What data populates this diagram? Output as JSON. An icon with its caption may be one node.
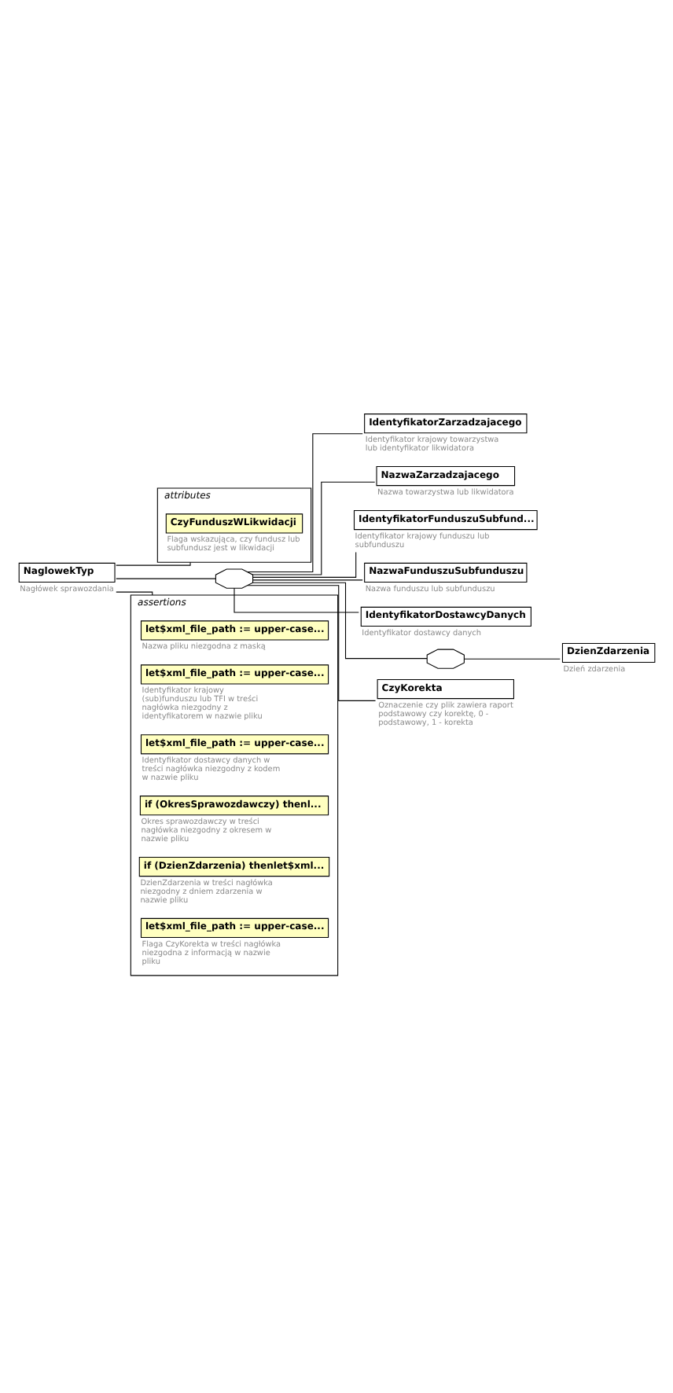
{
  "diagram": {
    "nodes": [
      {
        "text": [
          "NaglowekTyp"
        ],
        "beside": [
          "Nagłówek sprawozdania"
        ]
      },
      {
        "text": [
          "attributes"
        ]
      },
      {
        "text": [
          "CzyFunduszWLikwidacji"
        ],
        "in": 1,
        "beside": [
          "Flaga wskazująca, czy fundusz lub subfundusz jest w likwidacji"
        ]
      },
      {
        "text": [],
        "shape": "octagon"
      },
      {
        "text": [
          "IdentyfikatorZarzadzajacego"
        ],
        "beside": [
          "Identyfikator krajowy towarzystwa lub identyfikator likwidatora"
        ]
      },
      {
        "text": [
          "NazwaZarzadzajacego"
        ],
        "beside": [
          "Nazwa towarzystwa lub likwidatora"
        ]
      },
      {
        "text": [
          "IdentyfikatorFunduszuSubfund..."
        ],
        "beside": [
          "Identyfikator krajowy funduszu lub subfunduszu"
        ]
      },
      {
        "text": [
          "NazwaFunduszuSubfunduszu"
        ],
        "beside": [
          "Nazwa funduszu lub subfunduszu"
        ]
      },
      {
        "text": [
          "IdentyfikatorDostawcyDanych"
        ],
        "beside": [
          "Identyfikator dostawcy danych"
        ]
      },
      {
        "text": [],
        "shape": "octagon"
      },
      {
        "text": [
          "DzienZdarzenia"
        ],
        "beside": [
          "Dzień zdarzenia"
        ]
      },
      {
        "text": [
          "CzyKorekta"
        ],
        "beside": [
          "Oznaczenie czy plik zawiera raport podstawowy czy korektę, 0 - podstawowy, 1 - korekta"
        ]
      },
      {
        "text": [
          "assertions"
        ]
      },
      {
        "text": [
          "let$xml_file_path := upper-case..."
        ],
        "in": 12,
        "beside": [
          "Nazwa pliku niezgodna z maską"
        ]
      },
      {
        "text": [
          "let$xml_file_path := upper-case..."
        ],
        "in": 12,
        "beside": [
          "Identyfikator krajowy (sub)funduszu lub TFI w treści nagłówka niezgodny z identyfikatorem w nazwie pliku"
        ]
      },
      {
        "text": [
          "let$xml_file_path := upper-case..."
        ],
        "in": 12,
        "beside": [
          "Identyfikator dostawcy danych w treści nagłówka niezgodny z kodem w nazwie pliku"
        ]
      },
      {
        "text": [
          "if (OkresSprawozdawczy) thenl..."
        ],
        "in": 12,
        "beside": [
          "Okres sprawozdawczy w treści nagłówka niezgodny z okresem w nazwie pliku"
        ]
      },
      {
        "text": [
          "if (DzienZdarzenia) thenlet$xml..."
        ],
        "in": 12,
        "beside": [
          "DzienZdarzenia w treści nagłówka niezgodny z dniem zdarzenia w nazwie pliku"
        ]
      },
      {
        "text": [
          "let$xml_file_path := upper-case..."
        ],
        "in": 12,
        "beside": [
          "Flaga CzyKorekta w treści nagłówka niezgodna z informacją w nazwie pliku"
        ]
      }
    ],
    "edges": [
      {
        "from": 0,
        "to": 1,
        "arrow": "none"
      },
      {
        "from": 0,
        "to": 3,
        "arrow": "none"
      },
      {
        "from": 0,
        "to": 12,
        "arrow": "none"
      },
      {
        "from": 3,
        "to": 4,
        "arrow": "none"
      },
      {
        "from": 3,
        "to": 5,
        "arrow": "none"
      },
      {
        "from": 3,
        "to": 6,
        "arrow": "none"
      },
      {
        "from": 3,
        "to": 7,
        "arrow": "none"
      },
      {
        "from": 3,
        "to": 8,
        "arrow": "none"
      },
      {
        "from": 3,
        "to": 9,
        "arrow": "none"
      },
      {
        "from": 9,
        "to": 10,
        "arrow": "none"
      },
      {
        "from": 3,
        "to": 11,
        "arrow": "none"
      }
    ]
  }
}
